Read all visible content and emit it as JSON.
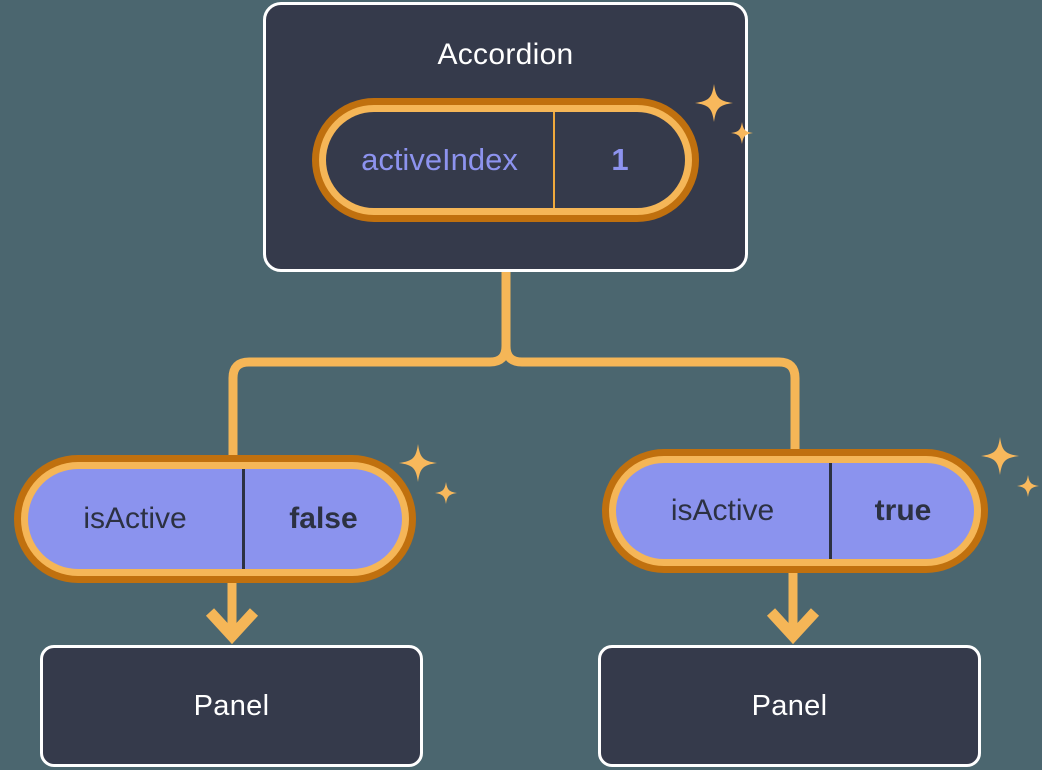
{
  "theme": {
    "page_background": "#4b666f",
    "card_background": "#353a4b",
    "card_border": "#ffffff",
    "ring_outer": "#c0700e",
    "ring_inner": "#f5b657",
    "pill_fill_purple": "#8b93ee",
    "accent_purple_text": "#8d93ef",
    "connector": "#f5b657",
    "sparkle": "#f8b85c",
    "dark_text": "#2c3142"
  },
  "diagram": {
    "type": "component-state-tree",
    "root": {
      "title": "Accordion",
      "state": {
        "key": "activeIndex",
        "value": "1"
      }
    },
    "branches": [
      {
        "state": {
          "key": "isActive",
          "value": "false"
        },
        "child": {
          "title": "Panel"
        }
      },
      {
        "state": {
          "key": "isActive",
          "value": "true"
        },
        "child": {
          "title": "Panel"
        }
      }
    ]
  },
  "icons": {
    "sparkle_large": "sparkle-four-point-icon",
    "sparkle_small": "sparkle-four-point-small-icon",
    "arrow": "arrow-down-icon"
  }
}
